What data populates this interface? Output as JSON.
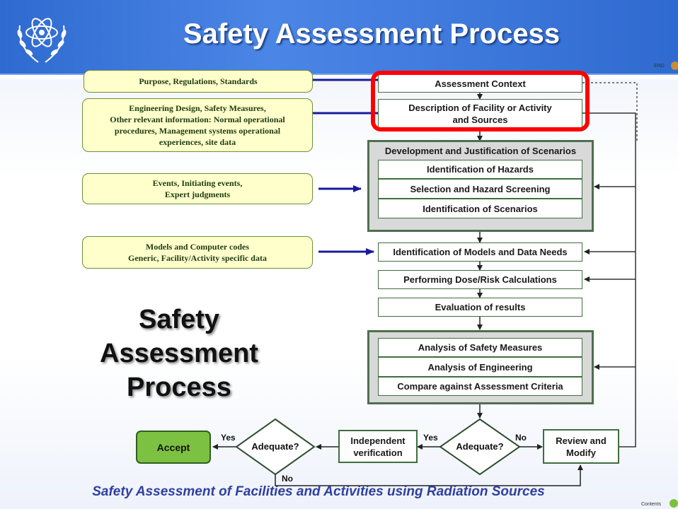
{
  "header": {
    "title": "Safety Assessment Process"
  },
  "corner": {
    "end_label": "END",
    "contents_label": "Contents"
  },
  "inputs": [
    {
      "id": "in1",
      "text": "Purpose, Regulations, Standards"
    },
    {
      "id": "in2",
      "lines": [
        "Engineering Design, Safety Measures,",
        "Other relevant information: Normal operational",
        "procedures, Management systems operational",
        "experiences, site data"
      ]
    },
    {
      "id": "in3",
      "lines": [
        "Events, Initiating events,",
        "Expert judgments"
      ]
    },
    {
      "id": "in4",
      "lines": [
        "Models and Computer codes",
        "Generic, Facility/Activity specific data"
      ]
    }
  ],
  "process": {
    "context": "Assessment Context",
    "description": [
      "Description of Facility or Activity",
      "and Sources"
    ],
    "scenarios_group": {
      "title": "Development and Justification of Scenarios",
      "items": [
        "Identification of Hazards",
        "Selection and Hazard Screening",
        "Identification of Scenarios"
      ]
    },
    "models": "Identification of Models and Data Needs",
    "calculations": "Performing Dose/Risk Calculations",
    "evaluation": "Evaluation of results",
    "analysis_group": {
      "items": [
        "Analysis of Safety Measures",
        "Analysis of Engineering",
        "Compare against Assessment Criteria"
      ]
    },
    "adequate_1": "Adequate?",
    "adequate_2": "Adequate?",
    "independent": [
      "Independent",
      "verification"
    ],
    "review": [
      "Review and",
      "Modify"
    ],
    "accept": "Accept",
    "yes_label": "Yes",
    "no_label": "No"
  },
  "big_title": [
    "Safety",
    "Assessment",
    "Process"
  ],
  "footer": "Safety Assessment of Facilities  and Activities  using Radiation  Sources"
}
